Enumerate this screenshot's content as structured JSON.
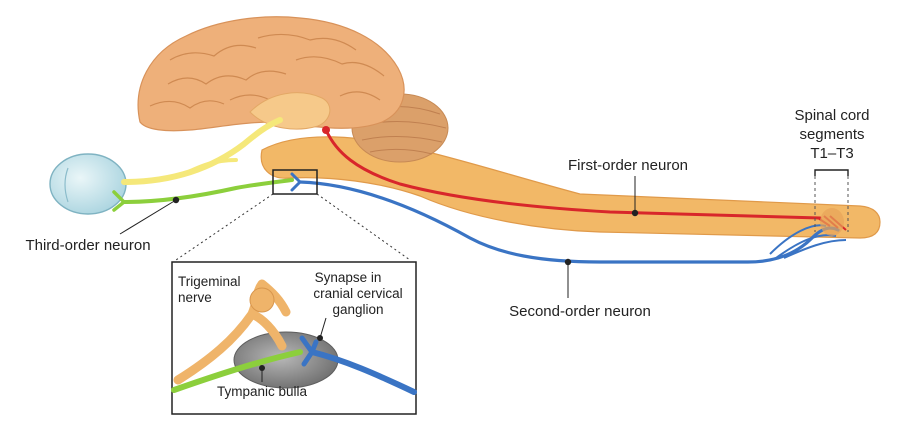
{
  "labels": {
    "spinal_cord_segments": [
      "Spinal cord",
      "segments",
      "T1–T3"
    ],
    "first_order": "First-order neuron",
    "second_order": "Second-order neuron",
    "third_order": "Third-order neuron",
    "trigeminal": [
      "Trigeminal",
      "nerve"
    ],
    "synapse": [
      "Synapse in",
      "cranial cervical",
      "ganglion"
    ],
    "tympanic_bulla": "Tympanic bulla"
  },
  "colors": {
    "spinal_cord": "#f2b867",
    "brain": "#eeb07a",
    "cerebellum": "#dba06a",
    "first_order_neuron": "#d8262b",
    "second_order_neuron": "#3a74c4",
    "third_order_neuron": "#8ccf3c",
    "optic_nerve": "#f5e87a",
    "eye": "#bfe1ea",
    "tympanic_bulla": "#8a8a8a"
  }
}
